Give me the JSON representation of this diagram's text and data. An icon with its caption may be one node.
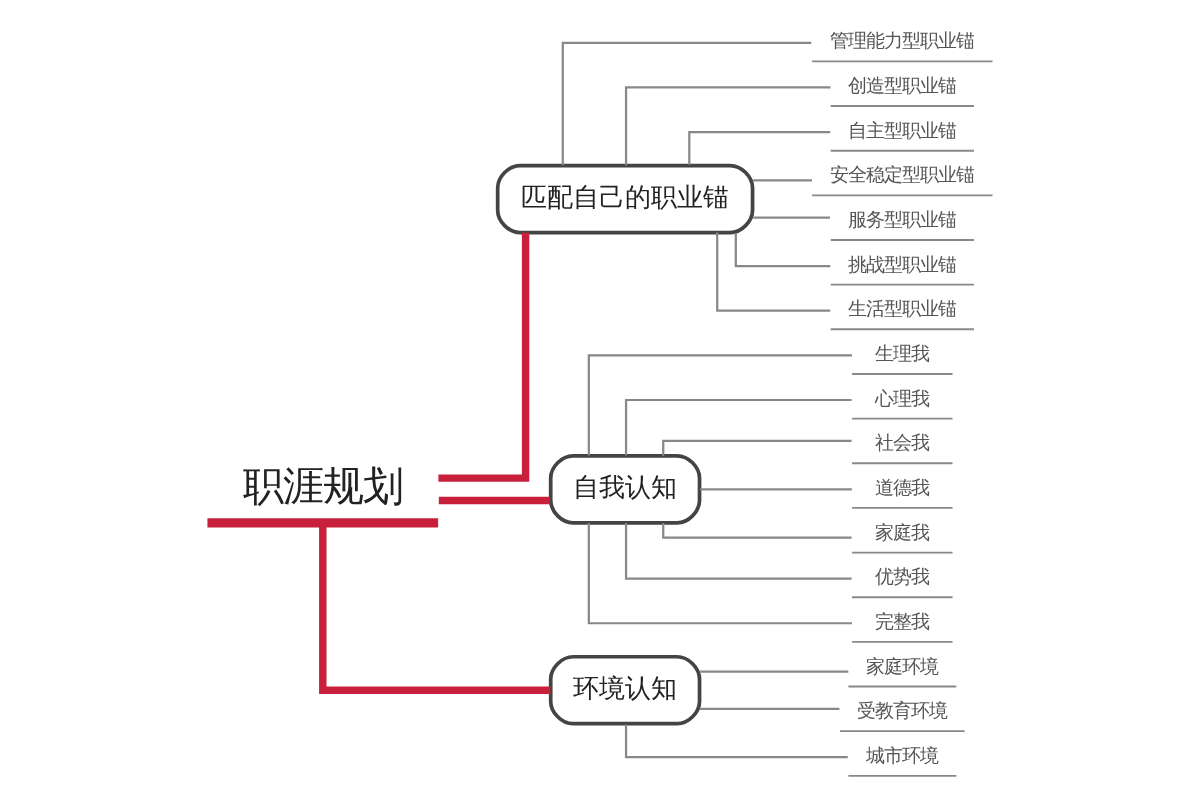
{
  "diagram": {
    "nodes": [
      {
        "text": [
          "职涯规划"
        ]
      },
      {
        "text": [
          "匹配自己的职业锚"
        ]
      },
      {
        "text": [
          "管理能力型职业锚"
        ]
      },
      {
        "text": [
          "创造型职业锚"
        ]
      },
      {
        "text": [
          "自主型职业锚"
        ]
      },
      {
        "text": [
          "安全稳定型职业锚"
        ]
      },
      {
        "text": [
          "服务型职业锚"
        ]
      },
      {
        "text": [
          "挑战型职业锚"
        ]
      },
      {
        "text": [
          "生活型职业锚"
        ]
      },
      {
        "text": [
          "自我认知"
        ]
      },
      {
        "text": [
          "生理我"
        ]
      },
      {
        "text": [
          "心理我"
        ]
      },
      {
        "text": [
          "社会我"
        ]
      },
      {
        "text": [
          "道德我"
        ]
      },
      {
        "text": [
          "家庭我"
        ]
      },
      {
        "text": [
          "优势我"
        ]
      },
      {
        "text": [
          "完整我"
        ]
      },
      {
        "text": [
          "环境认知"
        ]
      },
      {
        "text": [
          "家庭环境"
        ]
      },
      {
        "text": [
          "受教育环境"
        ]
      },
      {
        "text": [
          "城市环境"
        ]
      }
    ],
    "edges": [
      {
        "from": 0,
        "to": 1,
        "arrow": "none",
        "style": "thick",
        "color": "#c8203a"
      },
      {
        "from": 1,
        "to": 2,
        "arrow": "none"
      },
      {
        "from": 1,
        "to": 3,
        "arrow": "none"
      },
      {
        "from": 1,
        "to": 4,
        "arrow": "none"
      },
      {
        "from": 1,
        "to": 5,
        "arrow": "none"
      },
      {
        "from": 1,
        "to": 6,
        "arrow": "none"
      },
      {
        "from": 1,
        "to": 7,
        "arrow": "none"
      },
      {
        "from": 1,
        "to": 8,
        "arrow": "none"
      },
      {
        "from": 0,
        "to": 9,
        "arrow": "none",
        "style": "thick",
        "color": "#c8203a"
      },
      {
        "from": 9,
        "to": 10,
        "arrow": "none"
      },
      {
        "from": 9,
        "to": 11,
        "arrow": "none"
      },
      {
        "from": 9,
        "to": 12,
        "arrow": "none"
      },
      {
        "from": 9,
        "to": 13,
        "arrow": "none"
      },
      {
        "from": 9,
        "to": 14,
        "arrow": "none"
      },
      {
        "from": 9,
        "to": 15,
        "arrow": "none"
      },
      {
        "from": 9,
        "to": 16,
        "arrow": "none"
      },
      {
        "from": 0,
        "to": 17,
        "arrow": "none",
        "style": "thick",
        "color": "#c8203a"
      },
      {
        "from": 17,
        "to": 18,
        "arrow": "none"
      },
      {
        "from": 17,
        "to": 19,
        "arrow": "none"
      },
      {
        "from": 17,
        "to": 20,
        "arrow": "none"
      }
    ]
  }
}
